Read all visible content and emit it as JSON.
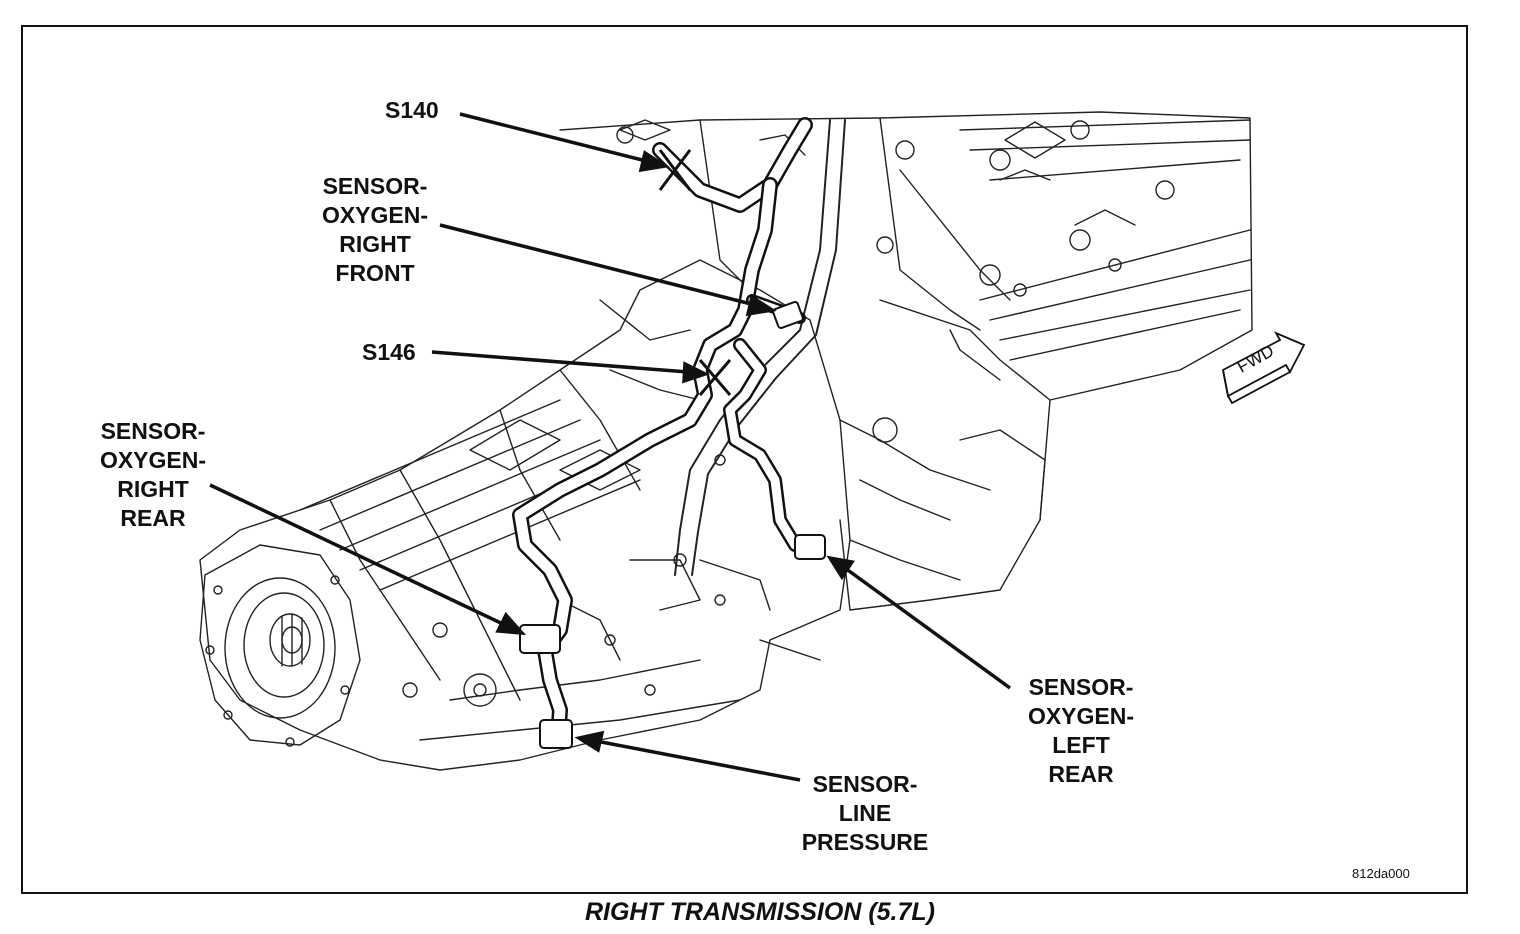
{
  "callouts": {
    "s140": "S140",
    "s146": "S146",
    "oxygen_right_front": [
      "SENSOR-",
      "OXYGEN-",
      "RIGHT",
      "FRONT"
    ],
    "oxygen_right_rear": [
      "SENSOR-",
      "OXYGEN-",
      "RIGHT",
      "REAR"
    ],
    "oxygen_left_rear": [
      "SENSOR-",
      "OXYGEN-",
      "LEFT",
      "REAR"
    ],
    "line_pressure": [
      "SENSOR-",
      "LINE",
      "PRESSURE"
    ]
  },
  "forward_marker": "FWD",
  "figure_code": "812da000",
  "caption": "RIGHT TRANSMISSION (5.7L)",
  "colors": {
    "ink": "#111111",
    "paper": "#ffffff"
  },
  "icons": {
    "fwd": "forward-arrow-icon",
    "splice": "splice-x-icon"
  }
}
